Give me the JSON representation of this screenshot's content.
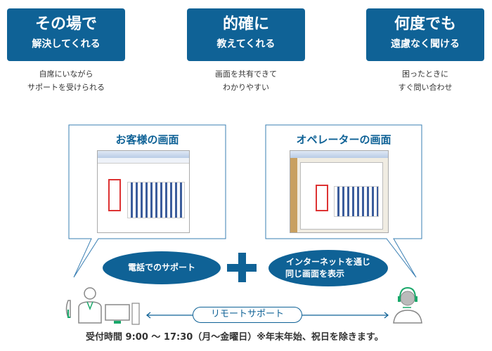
{
  "cards": [
    {
      "title": "その場で",
      "subtitle": "解決してくれる",
      "desc1": "自席にいながら",
      "desc2": "サポートを受けられる"
    },
    {
      "title": "的確に",
      "subtitle": "教えてくれる",
      "desc1": "画面を共有できて",
      "desc2": "わかりやすい"
    },
    {
      "title": "何度でも",
      "subtitle": "遠慮なく聞ける",
      "desc1": "困ったときに",
      "desc2": "すぐ問い合わせ"
    }
  ],
  "panels": {
    "customer_title": "お客様の画面",
    "operator_title": "オペレーターの画面"
  },
  "ovals": {
    "phone": "電話でのサポート",
    "internet1": "インターネットを通じ",
    "internet2": "同じ画面を表示"
  },
  "remote_label": "リモートサポート",
  "hours": "受付時間 9:00 ～ 17:30（月～金曜日）※年末年始、祝日を除きます。",
  "colors": {
    "brand": "#0f6296",
    "accent_green": "#1aa86a"
  }
}
